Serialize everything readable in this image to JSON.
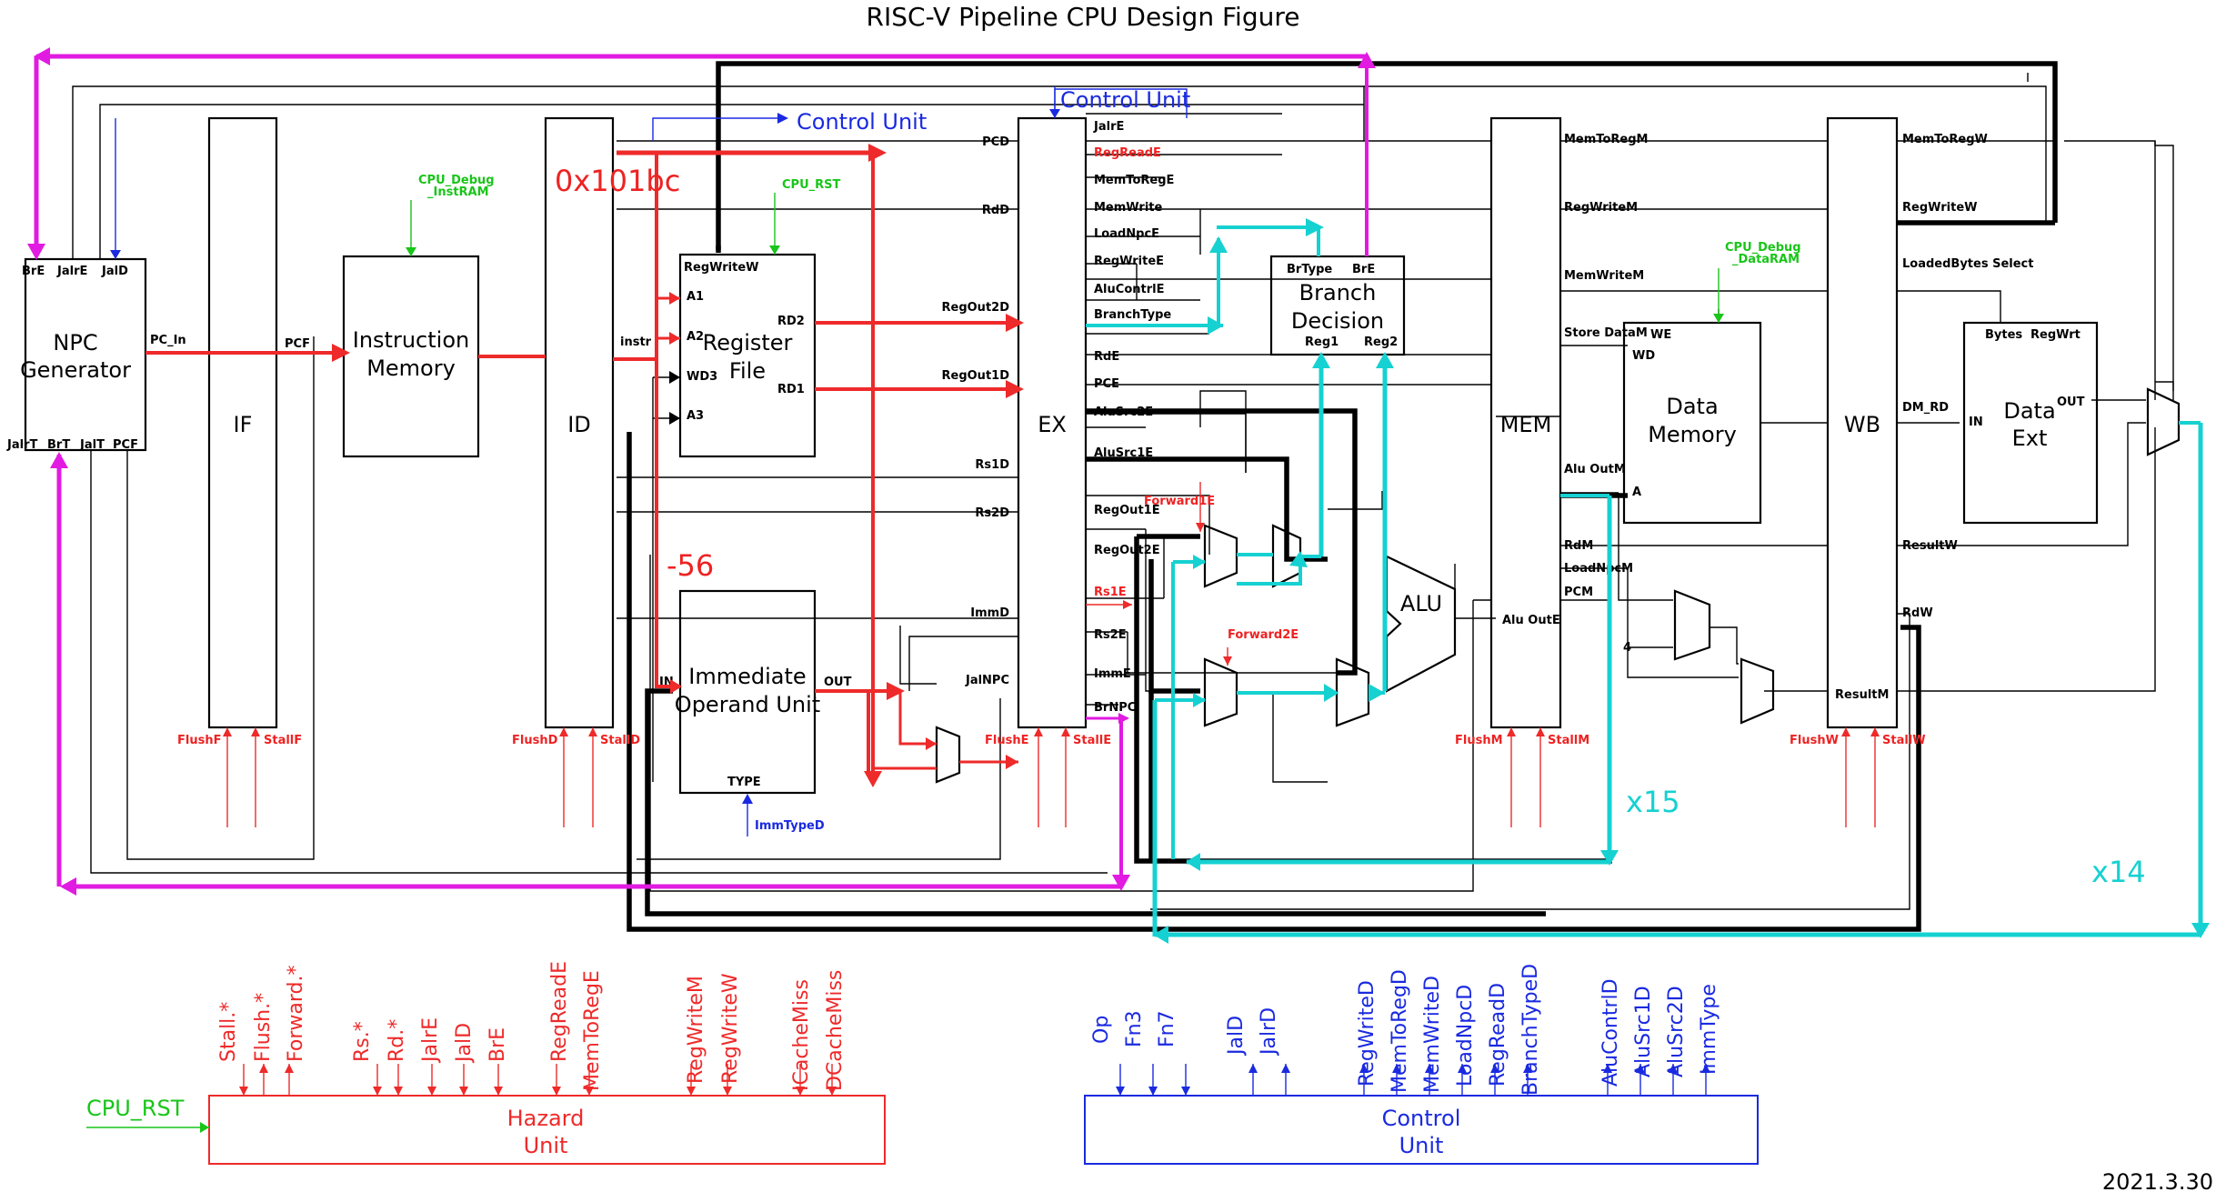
{
  "figure": {
    "title": "RISC-V Pipeline CPU Design Figure",
    "date": "2021.3.30"
  },
  "colors": {
    "black": "#000000",
    "red": "#ee2a2a",
    "cyan": "#16d1d1",
    "magenta": "#e11be1",
    "blue": "#1a2ae0",
    "green": "#19c519"
  },
  "blocks": {
    "npc": {
      "line1": "NPC",
      "line2": "Generator",
      "top_ports": [
        "BrE",
        "JalrE",
        "JalD"
      ],
      "bottom_ports": [
        "JalrT",
        "BrT",
        "JalT",
        "PCF"
      ],
      "out": "PC_In"
    },
    "if_stage": "IF",
    "imem": {
      "line1": "Instruction",
      "line2": "Memory",
      "port_in": "PCF",
      "debug_line1": "CPU_Debug",
      "debug_line2": "_InstRAM"
    },
    "id_stage": "ID",
    "regfile": {
      "line1": "Register",
      "line2": "File",
      "ports_in": [
        "RegWriteW",
        "A1",
        "A2",
        "WD3",
        "A3"
      ],
      "ports_out": [
        "RD2",
        "RD1"
      ],
      "rst": "CPU_RST",
      "instr": "instr"
    },
    "immgen": {
      "line1": "Immediate",
      "line2": "Operand Unit",
      "in": "IN",
      "out": "OUT",
      "type": "TYPE",
      "type_input": "ImmTypeD"
    },
    "ex_stage": "EX",
    "branch": {
      "line1": "Branch",
      "line2": "Decision",
      "ports": [
        "BrType",
        "BrE",
        "Reg1",
        "Reg2"
      ]
    },
    "alu": "ALU",
    "mem_stage": "MEM",
    "dmem": {
      "line1": "Data",
      "line2": "Memory",
      "ports": [
        "WE",
        "WD",
        "A"
      ],
      "debug_line1": "CPU_Debug",
      "debug_line2": "_DataRAM"
    },
    "wb_stage": "WB",
    "dataext": {
      "line1": "Data",
      "line2": "Ext",
      "ports": [
        "Bytes",
        "RegWrt",
        "IN",
        "OUT"
      ]
    }
  },
  "pipeline_signals": {
    "id_ex": [
      "PCD",
      "RdD",
      "RegOut2D",
      "RegOut1D",
      "Rs1D",
      "Rs2D",
      "ImmD",
      "JalNPC"
    ],
    "ex_left": [
      "JalrE",
      "RegReadE",
      "MemToRegE",
      "MemWrite",
      "LoadNpcE",
      "RegWriteE",
      "AluContrlE",
      "BranchType",
      "RdE",
      "PCE",
      "AluSrc2E",
      "AluSrc1E",
      "RegOut1E",
      "RegOut2E",
      "Rs1E",
      "Rs2E",
      "ImmE",
      "BrNPC"
    ],
    "forward": [
      "Forward1E",
      "Forward2E"
    ],
    "mem_left": [
      "MemToRegM",
      "RegWriteM",
      "MemWriteM",
      "Store DataM",
      "Alu OutM",
      "RdM",
      "LoadNpcM",
      "PCM",
      "Alu OutE",
      "4"
    ],
    "wb_left": [
      "MemToRegW",
      "RegWriteW",
      "LoadedBytes Select",
      "DM_RD",
      "ResultW",
      "RdW",
      "ResultM"
    ]
  },
  "stall_flush": [
    "FlushF",
    "StallF",
    "FlushD",
    "StallD",
    "FlushE",
    "StallE",
    "FlushM",
    "StallM",
    "FlushW",
    "StallW"
  ],
  "annotations": {
    "pc_value": "0x101bc",
    "imm_value": "-56",
    "x15": "x15",
    "x14": "x14",
    "control_unit_1": "Control Unit",
    "control_unit_2": "Control Unit"
  },
  "hazard_unit": {
    "line1": "Hazard",
    "line2": "Unit",
    "inputs": [
      "Stall.*",
      "Flush.*",
      "Forward.*",
      "Rs.*",
      "Rd.*",
      "JalrE",
      "JalD",
      "BrE",
      "RegReadE",
      "MemToRegE",
      "RegWriteM",
      "RegWriteW",
      "ICacheMiss",
      "DCacheMiss"
    ],
    "rst": "CPU_RST"
  },
  "control_unit": {
    "line1": "Control",
    "line2": "Unit",
    "inputs": [
      "Op",
      "Fn3",
      "Fn7",
      "JalD",
      "JalrD",
      "RegWriteD",
      "MemToRegD",
      "MemWriteD",
      "LoadNpcD",
      "RegReadD",
      "BranchTypeD",
      "AluContrlD",
      "AluSrc1D",
      "AluSrc2D",
      "ImmType"
    ]
  }
}
